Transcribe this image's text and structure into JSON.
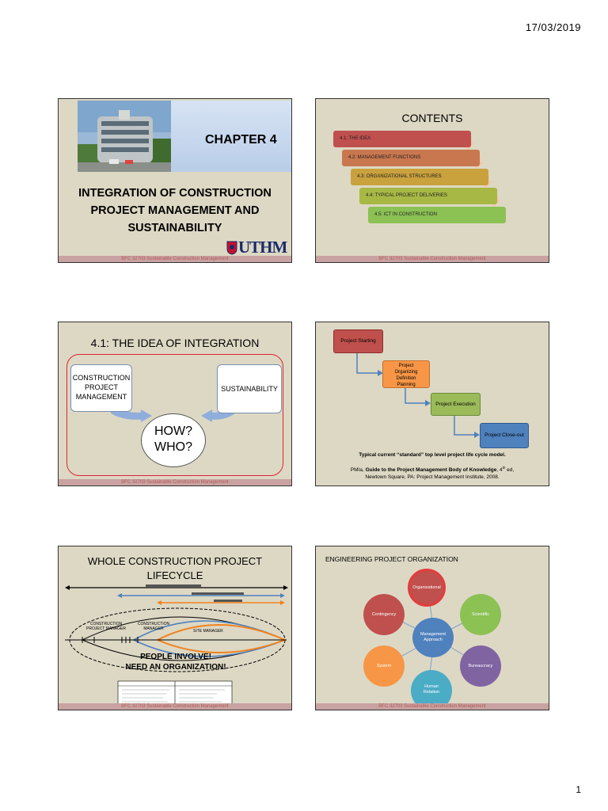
{
  "header": {
    "date": "17/03/2019"
  },
  "footer": {
    "page_number": "1"
  },
  "slide_footer": "BFC 32703 Sustainable Construction Management",
  "slide1": {
    "chapter": "CHAPTER 4",
    "title_line1": "INTEGRATION OF CONSTRUCTION",
    "title_line2": "PROJECT MANAGEMENT AND",
    "title_line3": "SUSTAINABILITY",
    "logo_text": "UTHM"
  },
  "slide2": {
    "title": "CONTENTS",
    "items": [
      {
        "label": "4.1: THE IDEA",
        "color": "#c0504d"
      },
      {
        "label": "4.2: MANAGEMENT FUNCTIONS",
        "color": "#c9774f"
      },
      {
        "label": "4.3: ORGANIZATIONAL STRUCTURES",
        "color": "#c9a13d"
      },
      {
        "label": "4.4: TYPICAL PROJECT DELIVERIES",
        "color": "#a8b845"
      },
      {
        "label": "4.5: ICT IN CONSTRUCTION",
        "color": "#8cc154"
      }
    ]
  },
  "slide3": {
    "title": "4.1: THE IDEA OF INTEGRATION",
    "box_left_line1": "CONSTRUCTION",
    "box_left_line2": "PROJECT",
    "box_left_line3": "MANAGEMENT",
    "box_right": "SUSTAINABILITY",
    "circle_line1": "HOW?",
    "circle_line2": "WHO?"
  },
  "slide4": {
    "step1": "Project Starting",
    "step2_line1": "Project",
    "step2_line2": "Organizing",
    "step2_line3": "Definition",
    "step2_line4": "Planning",
    "step3": "Project Execution",
    "step4": "Project Close-out",
    "caption": "Typical current “standard” top level project life cycle model.",
    "ref_line1_a": "PMIa, ",
    "ref_line1_b": "Guide to the Project Management Body of Knowledge",
    "ref_line1_c": ", 4",
    "ref_line1_sup": "th",
    "ref_line1_d": " ed,",
    "ref_line2": "Newtown Square, PA: Project Management Institute, 2008."
  },
  "slide5": {
    "title_line1": "WHOLE CONSTRUCTION PROJECT",
    "title_line2": "LIFECYCLE",
    "label_cpm_line1": "CONSTRUCTION",
    "label_cpm_line2": "PROJECT MANAGER",
    "label_cm_line1": "CONSTRUCTION",
    "label_cm_line2": "MANAGER",
    "label_sm": "SITE MANAGER",
    "people_line1": "PEOPLE INVOLVE!",
    "people_line2": "NEED AN ORGANIZATION!"
  },
  "slide6": {
    "title": "ENGINEERING PROJECT ORGANIZATION",
    "center_line1": "Management",
    "center_line2": "Approach",
    "nodes": [
      {
        "label": "Organizational",
        "color": "#c0504d"
      },
      {
        "label": "Scientific",
        "color": "#8cc154"
      },
      {
        "label": "Bureaucracy",
        "color": "#8064a2"
      },
      {
        "label_line1": "Human",
        "label_line2": "Relation",
        "color": "#4bacc6"
      },
      {
        "label": "System",
        "color": "#f79646"
      },
      {
        "label": "Contingency",
        "color": "#c0504d"
      }
    ]
  }
}
